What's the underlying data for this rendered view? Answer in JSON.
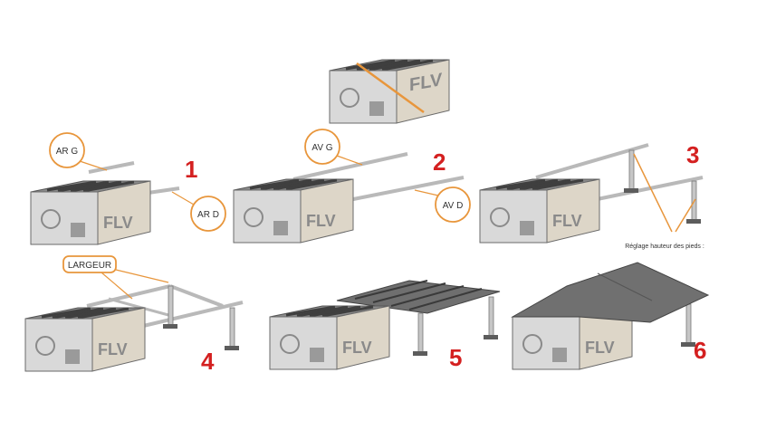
{
  "steps": [
    "1",
    "2",
    "3",
    "4",
    "5",
    "6"
  ],
  "callouts": {
    "ar_g": "AR G",
    "ar_d": "AR D",
    "av_g": "AV G",
    "av_d": "AV D",
    "largeur": "LARGEUR",
    "reglage": "Réglage hauteur des pieds :"
  },
  "brand": "FLV",
  "colors": {
    "accent": "#e8963c",
    "step_number": "#d42020",
    "box_face": "#ddd6c8",
    "frame": "#b9b9b9",
    "board": "#6f6f6f"
  }
}
